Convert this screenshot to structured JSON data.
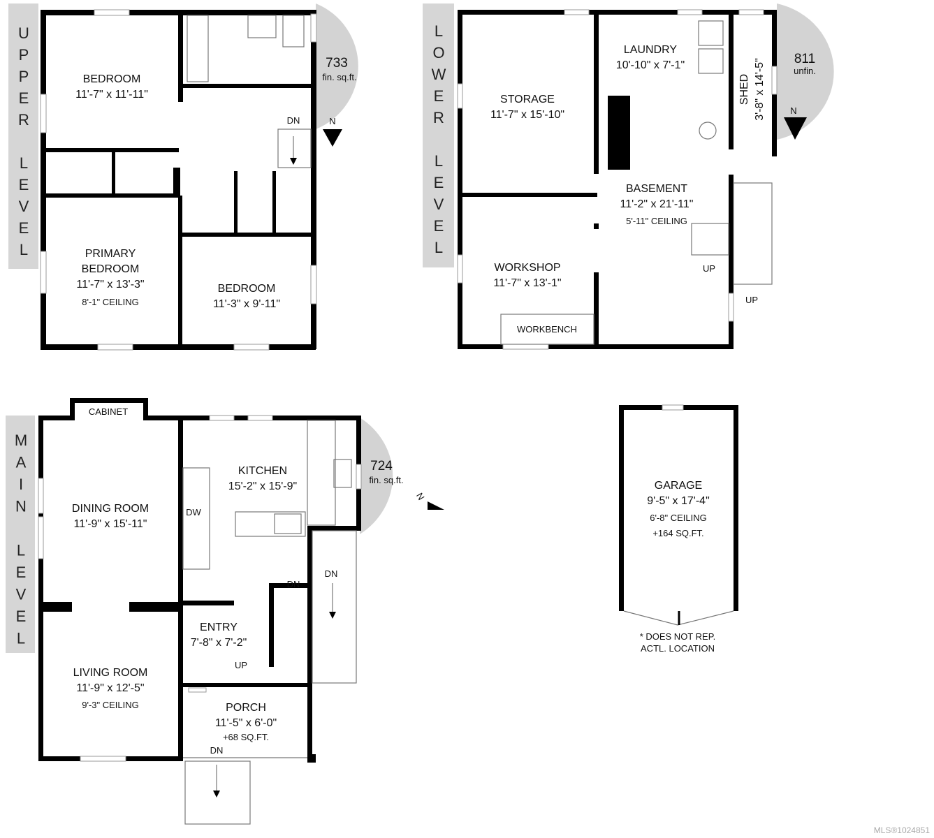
{
  "upper_level": {
    "label": [
      "U",
      "P",
      "P",
      "E",
      "R",
      "",
      "L",
      "E",
      "V",
      "E",
      "L"
    ],
    "area": "733",
    "area_note": "fin. sq.ft.",
    "north": "N",
    "stairs": "DN",
    "rooms": [
      {
        "name": "BEDROOM",
        "dims": "11'-7\" x 11'-11\""
      },
      {
        "name": "PRIMARY",
        "name2": "BEDROOM",
        "dims": "11'-7\" x 13'-3\"",
        "ceiling": "8'-1\" CEILING"
      },
      {
        "name": "BEDROOM",
        "dims": "11'-3\" x 9'-11\""
      }
    ]
  },
  "lower_level": {
    "label": [
      "L",
      "O",
      "W",
      "E",
      "R",
      "",
      "L",
      "E",
      "V",
      "E",
      "L"
    ],
    "area": "811",
    "area_note": "unfin.",
    "north": "N",
    "stairs_up": "UP",
    "rooms": [
      {
        "name": "LAUNDRY",
        "dims": "10'-10\" x 7'-1\""
      },
      {
        "name": "STORAGE",
        "dims": "11'-7\" x 15'-10\""
      },
      {
        "name": "SHED",
        "dims": "3'-8\" x 14'-5\""
      },
      {
        "name": "BASEMENT",
        "dims": "11'-2\" x 21'-11\"",
        "ceiling": "5'-11\" CEILING"
      },
      {
        "name": "WORKSHOP",
        "dims": "11'-7\" x 13'-1\""
      },
      {
        "name": "WORKBENCH"
      }
    ]
  },
  "main_level": {
    "label": [
      "M",
      "A",
      "I",
      "N",
      "",
      "L",
      "E",
      "V",
      "E",
      "L"
    ],
    "area": "724",
    "area_note": "fin. sq.ft.",
    "north": "N",
    "stairs_dn": "DN",
    "stairs_up": "UP",
    "dw": "DW",
    "rooms": [
      {
        "name": "CABINET"
      },
      {
        "name": "KITCHEN",
        "dims": "15'-2\" x 15'-9\""
      },
      {
        "name": "DINING ROOM",
        "dims": "11'-9\" x 15'-11\""
      },
      {
        "name": "ENTRY",
        "dims": "7'-8\" x 7'-2\""
      },
      {
        "name": "LIVING ROOM",
        "dims": "11'-9\" x 12'-5\"",
        "ceiling": "9'-3\" CEILING"
      },
      {
        "name": "PORCH",
        "dims": "11'-5\" x 6'-0\"",
        "extra": "+68 SQ.FT."
      }
    ]
  },
  "garage": {
    "name": "GARAGE",
    "dims": "9'-5\" x 17'-4\"",
    "ceiling": "6'-8\" CEILING",
    "extra": "+164 SQ.FT.",
    "note1": "* DOES NOT REP.",
    "note2": "ACTL. LOCATION"
  },
  "mls": "MLS®1024851"
}
